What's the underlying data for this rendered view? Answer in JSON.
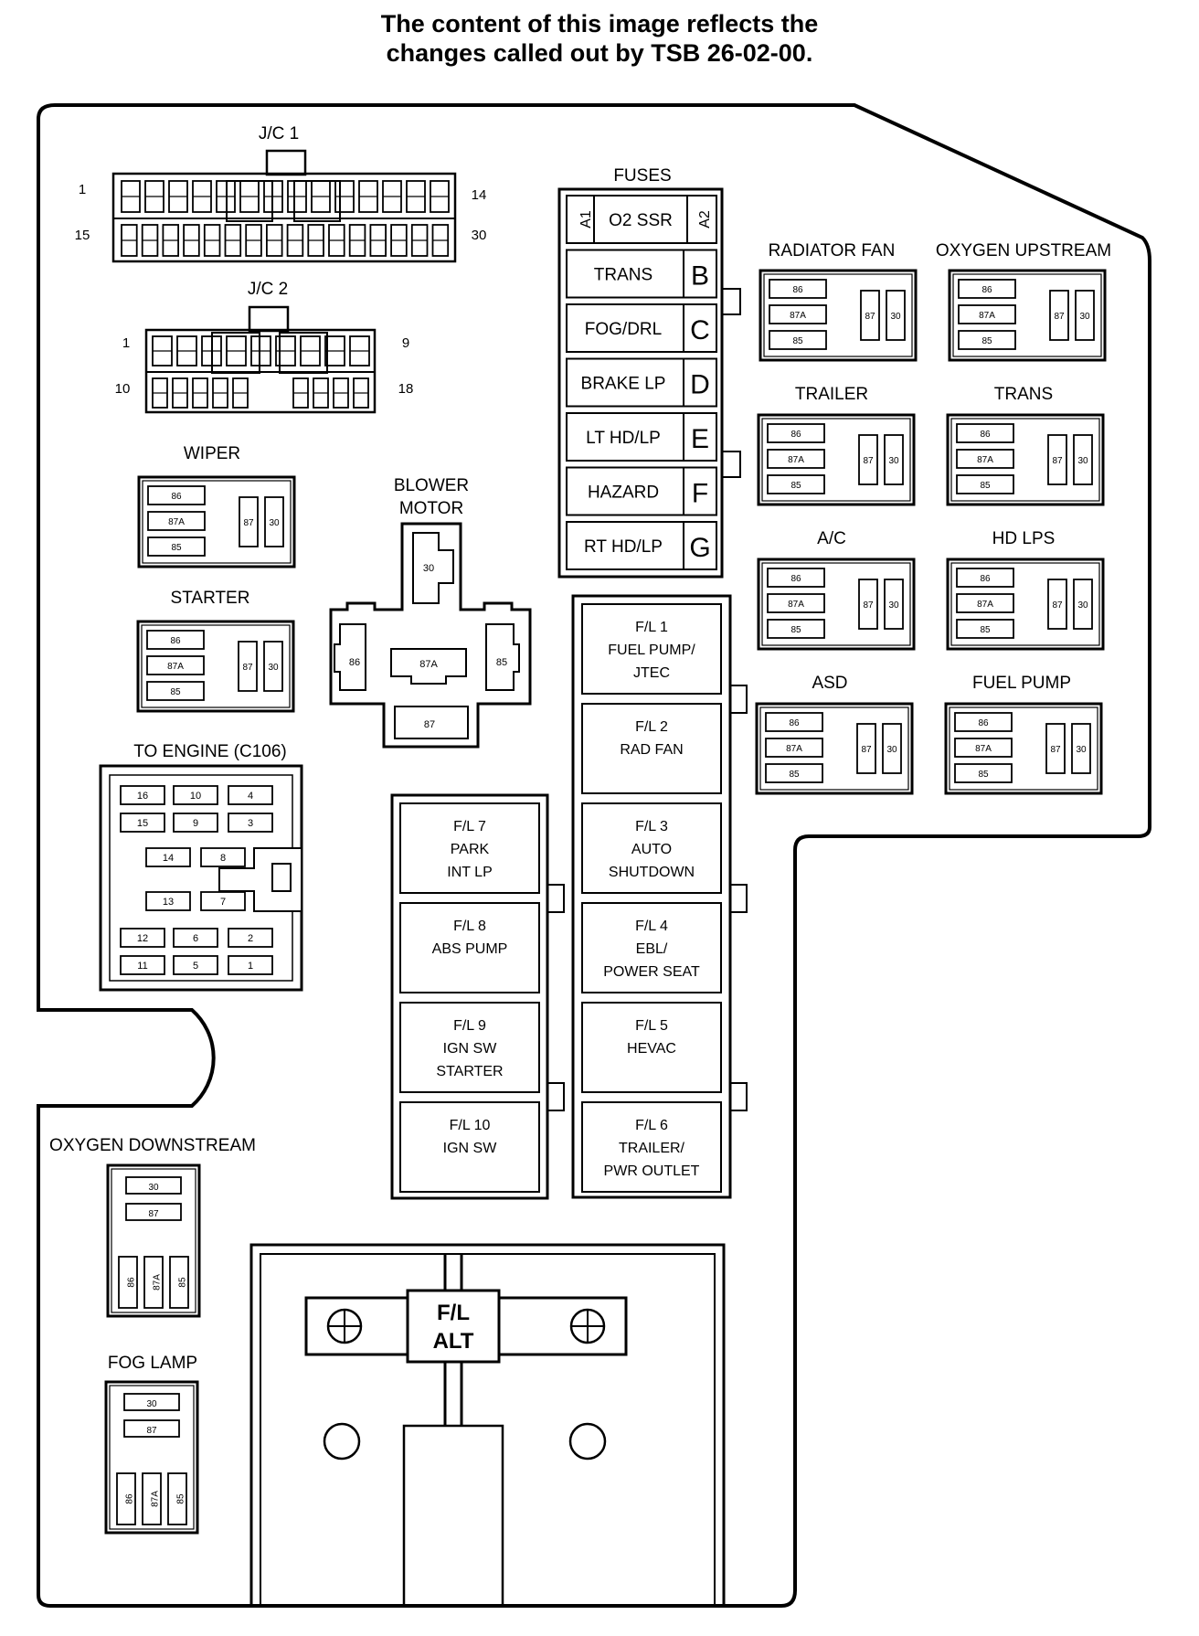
{
  "note": {
    "line1": "The content of this image reflects the",
    "line2": "changes called out by TSB 26-02-00."
  },
  "jc1": {
    "label": "J/C 1",
    "pin_tl": "1",
    "pin_tr": "14",
    "pin_bl": "15",
    "pin_br": "30"
  },
  "jc2": {
    "label": "J/C 2",
    "pin_tl": "1",
    "pin_tr": "9",
    "pin_bl": "10",
    "pin_br": "18"
  },
  "fuses": {
    "label": "FUSES",
    "rows": [
      {
        "name": "O2 SSR",
        "left": "A1",
        "right": "A2"
      },
      {
        "name": "TRANS",
        "letter": "B"
      },
      {
        "name": "FOG/DRL",
        "letter": "C"
      },
      {
        "name": "BRAKE LP",
        "letter": "D"
      },
      {
        "name": "LT HD/LP",
        "letter": "E"
      },
      {
        "name": "HAZARD",
        "letter": "F"
      },
      {
        "name": "RT HD/LP",
        "letter": "G"
      }
    ]
  },
  "relays": [
    {
      "id": "wiper",
      "label": "WIPER"
    },
    {
      "id": "starter",
      "label": "STARTER"
    },
    {
      "id": "radiator-fan",
      "label": "RADIATOR FAN"
    },
    {
      "id": "oxygen-upstream",
      "label": "OXYGEN UPSTREAM"
    },
    {
      "id": "trailer",
      "label": "TRAILER"
    },
    {
      "id": "trans",
      "label": "TRANS"
    },
    {
      "id": "ac",
      "label": "A/C"
    },
    {
      "id": "hd-lps",
      "label": "HD LPS"
    },
    {
      "id": "asd",
      "label": "ASD"
    },
    {
      "id": "fuel-pump",
      "label": "FUEL PUMP"
    }
  ],
  "relay_pins": {
    "p86": "86",
    "p87a": "87A",
    "p85": "85",
    "p87": "87",
    "p30": "30"
  },
  "blower": {
    "line1": "BLOWER",
    "line2": "MOTOR",
    "p30": "30",
    "p86": "86",
    "p87a": "87A",
    "p85": "85",
    "p87": "87"
  },
  "engine": {
    "label": "TO ENGINE (C106)",
    "pins": [
      "16",
      "10",
      "4",
      "15",
      "9",
      "3",
      "14",
      "8",
      "13",
      "7",
      "12",
      "6",
      "2",
      "11",
      "5",
      "1"
    ]
  },
  "fusible_links_right": [
    {
      "lines": [
        "F/L 1",
        "FUEL PUMP/",
        "JTEC"
      ]
    },
    {
      "lines": [
        "F/L 2",
        "RAD FAN"
      ]
    },
    {
      "lines": [
        "F/L 3",
        "AUTO",
        "SHUTDOWN"
      ]
    },
    {
      "lines": [
        "F/L 4",
        "EBL/",
        "POWER SEAT"
      ]
    },
    {
      "lines": [
        "F/L 5",
        "HEVAC"
      ]
    },
    {
      "lines": [
        "F/L 6",
        "TRAILER/",
        "PWR OUTLET"
      ]
    }
  ],
  "fusible_links_left": [
    {
      "lines": [
        "F/L 7",
        "PARK",
        "INT LP"
      ]
    },
    {
      "lines": [
        "F/L 8",
        "ABS PUMP"
      ]
    },
    {
      "lines": [
        "F/L 9",
        "IGN SW",
        "STARTER"
      ]
    },
    {
      "lines": [
        "F/L 10",
        "IGN SW"
      ]
    }
  ],
  "vertical_relays": [
    {
      "id": "oxygen-downstream",
      "label": "OXYGEN DOWNSTREAM"
    },
    {
      "id": "fog-lamp",
      "label": "FOG LAMP"
    }
  ],
  "alt": {
    "line1": "F/L",
    "line2": "ALT"
  }
}
